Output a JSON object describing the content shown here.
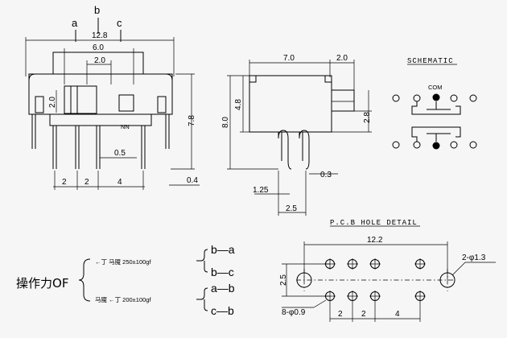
{
  "front_view": {
    "pin_labels": [
      "a",
      "b",
      "c"
    ],
    "dims": {
      "width_total": "12.8",
      "inner_6": "6.0",
      "inner_2": "2.0",
      "height_7_8": "7.8",
      "side_2_0": "2.0",
      "pitch_0_5": "0.5",
      "pitch_a": "2",
      "pitch_b": "2",
      "pitch_c": "4",
      "pin_0_4": "0.4"
    },
    "pcb_mark": "NN"
  },
  "side_view": {
    "dims": {
      "top_7_0": "7.0",
      "top_2_0": "2.0",
      "left_8_0": "8.0",
      "left_4_8": "4.8",
      "right_2_8": "2.8",
      "pin_0_3": "0.3",
      "offset_1_25": "1.25",
      "bottom_2_5": "2.5"
    }
  },
  "schematic": {
    "title": "SCHEMATIC",
    "com_label": "COM"
  },
  "pcb": {
    "title": "P.C.B HOLE DETAIL",
    "dims": {
      "width": "12.2",
      "height": "2.5",
      "pitch1": "2",
      "pitch2": "2",
      "pitch3": "4",
      "big_hole": "2-φ1.3",
      "small_hole": "8-φ0.9"
    }
  },
  "operating_force": {
    "label": "操作力",
    "label_suffix": "OF",
    "rows": [
      {
        "desc": "←丁   马魇   250±100gf",
        "branches": [
          "b—a",
          "b—c"
        ]
      },
      {
        "desc": "马魇   ←丁   200±100gf",
        "branches": [
          "a—b",
          "c—b"
        ]
      }
    ]
  }
}
